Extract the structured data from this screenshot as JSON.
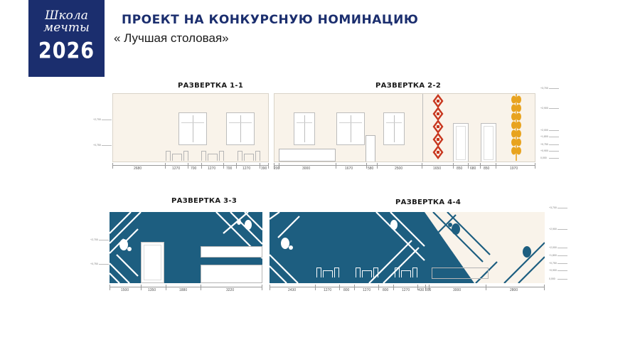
{
  "logo": {
    "line1": "Школа",
    "line2": "мечты",
    "year": "2026",
    "bg_color": "#1b2e6e"
  },
  "header": {
    "title": "ПРОЕКТ НА КОНКУРСНУЮ НОМИНАЦИЮ",
    "subtitle": "« Лучшая столовая»"
  },
  "colors": {
    "cream": "#f9f3ea",
    "blue": "#1d5e80",
    "red": "#c8371f",
    "gold": "#e8a31f",
    "navy": "#1b2e6e"
  },
  "elevations": [
    {
      "id": "1-1",
      "title": "РАЗВЕРТКА 1-1",
      "dims": [
        "2680",
        "1270",
        "700",
        "1270",
        "700",
        "1270",
        "390"
      ],
      "levels": [
        "+2,700",
        "+0,750"
      ]
    },
    {
      "id": "2-2",
      "title": "РАЗВЕРТКА 2-2",
      "dims": [
        "200",
        "3000",
        "1670",
        "580",
        "2500",
        "1650",
        "850",
        "680",
        "850",
        "1970"
      ],
      "levels": [
        "+3,700",
        "+2,900",
        "+2,000",
        "+1,800",
        "+0,750",
        "+0,900",
        "0,000"
      ]
    },
    {
      "id": "3-3",
      "title": "РАЗВЕРТКА 3-3",
      "dims": [
        "1500",
        "1350",
        "1880",
        "3220"
      ],
      "levels": [
        "+2,700",
        "+0,750"
      ]
    },
    {
      "id": "4-4",
      "title": "РАЗВЕРТКА 4-4",
      "dims": [
        "2430",
        "1270",
        "800",
        "1270",
        "800",
        "1270",
        "430",
        "200",
        "3000",
        "2800"
      ],
      "levels": [
        "+3,700",
        "+2,900",
        "+2,000",
        "+1,800",
        "+0,750",
        "+0,900",
        "0,000"
      ]
    }
  ]
}
